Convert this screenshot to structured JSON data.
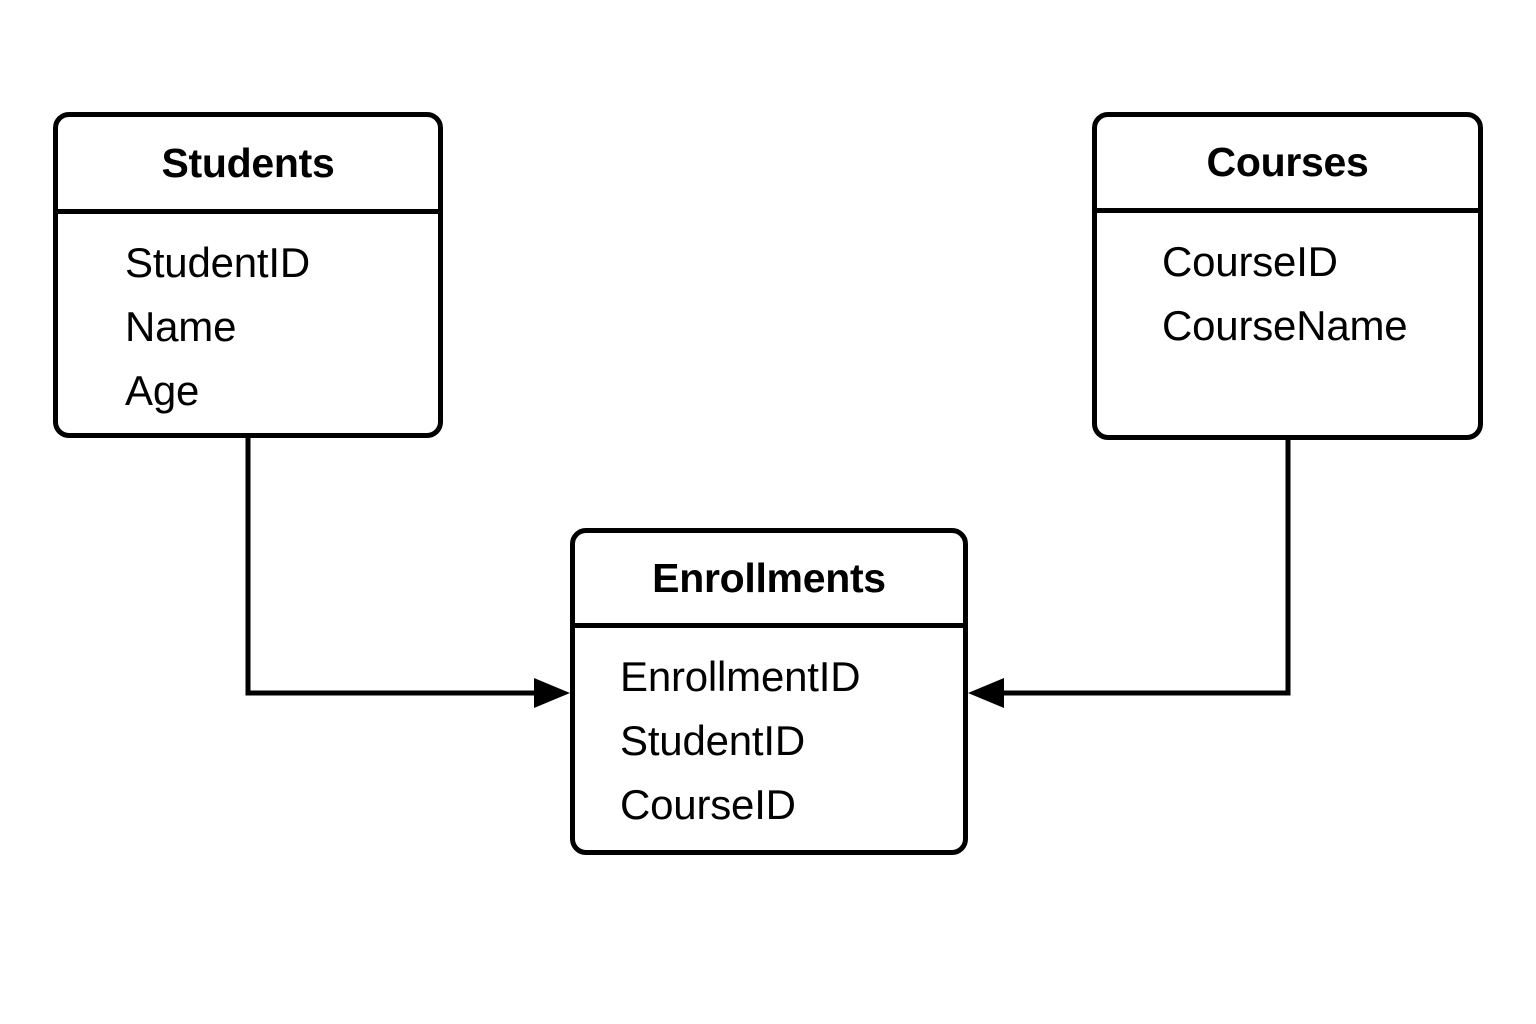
{
  "diagram": {
    "type": "entity-relationship-diagram",
    "background_color": "#ffffff",
    "stroke_color": "#000000",
    "entities": [
      {
        "id": "students",
        "title": "Students",
        "attributes": [
          "StudentID",
          "Name",
          "Age"
        ]
      },
      {
        "id": "courses",
        "title": "Courses",
        "attributes": [
          "CourseID",
          "CourseName"
        ]
      },
      {
        "id": "enrollments",
        "title": "Enrollments",
        "attributes": [
          "EnrollmentID",
          "StudentID",
          "CourseID"
        ]
      }
    ],
    "relationships": [
      {
        "id": "students-to-enrollments",
        "from": "Students",
        "to": "Enrollments",
        "arrow": "right",
        "label": ""
      },
      {
        "id": "courses-to-enrollments",
        "from": "Courses",
        "to": "Enrollments",
        "arrow": "left",
        "label": ""
      }
    ]
  }
}
